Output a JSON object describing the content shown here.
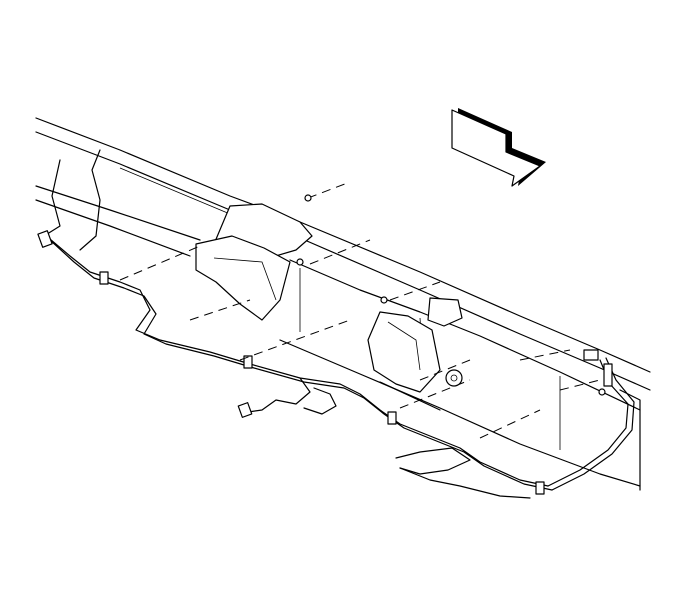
{
  "diagram": {
    "kind": "exploded line illustration",
    "subject_icons": [
      "frame-rail",
      "wiring-harness",
      "fastener-bolt",
      "direction-arrow"
    ],
    "colors": {
      "line": "#000000",
      "background": "#ffffff",
      "arrow_shade": "#000000"
    }
  }
}
